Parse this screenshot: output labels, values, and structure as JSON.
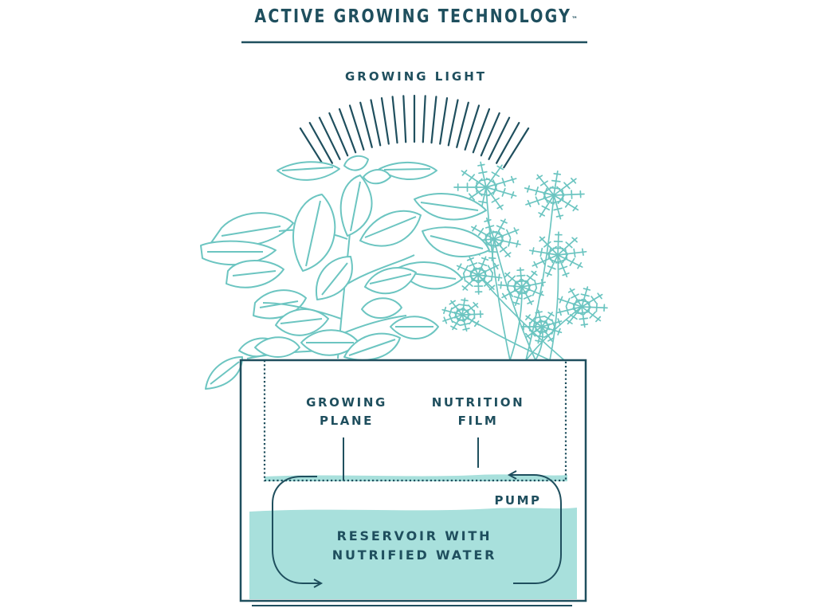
{
  "diagram": {
    "title": "ACTIVE GROWING TECHNOLOGY",
    "title_mark": "™",
    "labels": {
      "growing_light": "GROWING LIGHT",
      "growing_plane_line1": "GROWING",
      "growing_plane_line2": "PLANE",
      "nutrition_film_line1": "NUTRITION",
      "nutrition_film_line2": "FILM",
      "pump": "PUMP",
      "reservoir_line1": "RESERVOIR WITH",
      "reservoir_line2": "NUTRIFIED WATER"
    },
    "colors": {
      "text": "#1f4f5e",
      "stroke": "#1f4f5e",
      "plant": "#6cc5c1",
      "water": "#a8e0dc",
      "water_light": "#c5ece9",
      "background": "#ffffff"
    },
    "icons": [
      "growing-light-rays-icon",
      "basil-plant-icon",
      "dill-plant-icon",
      "circulation-arrow-icon"
    ]
  }
}
